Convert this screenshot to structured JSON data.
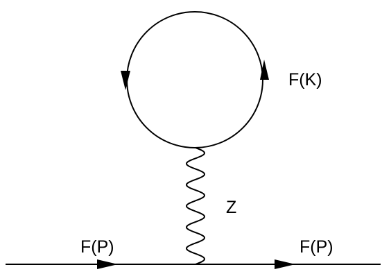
{
  "labels": {
    "loop_fermion": "F(K)",
    "boson": "Z",
    "incoming_fermion": "F(P)",
    "outgoing_fermion": "F(P)"
  },
  "colors": {
    "line": "#000000",
    "background": "#ffffff"
  }
}
